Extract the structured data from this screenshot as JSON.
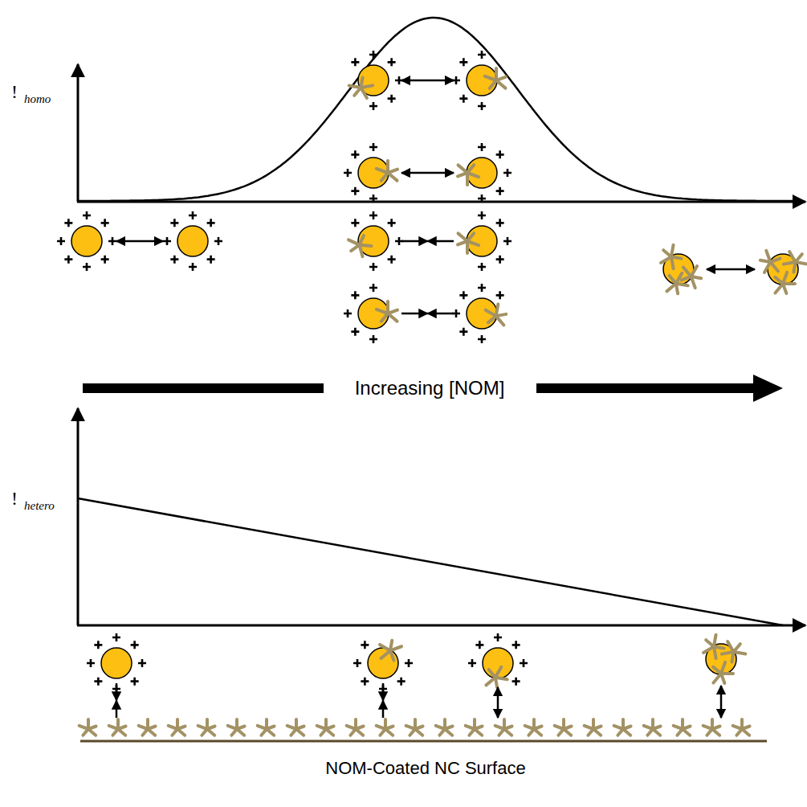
{
  "diagram": {
    "labels": [
      "!",
      "homo",
      "!",
      "hetero",
      "Increasing [NOM]",
      "NOM-Coated NC Surface"
    ]
  }
}
